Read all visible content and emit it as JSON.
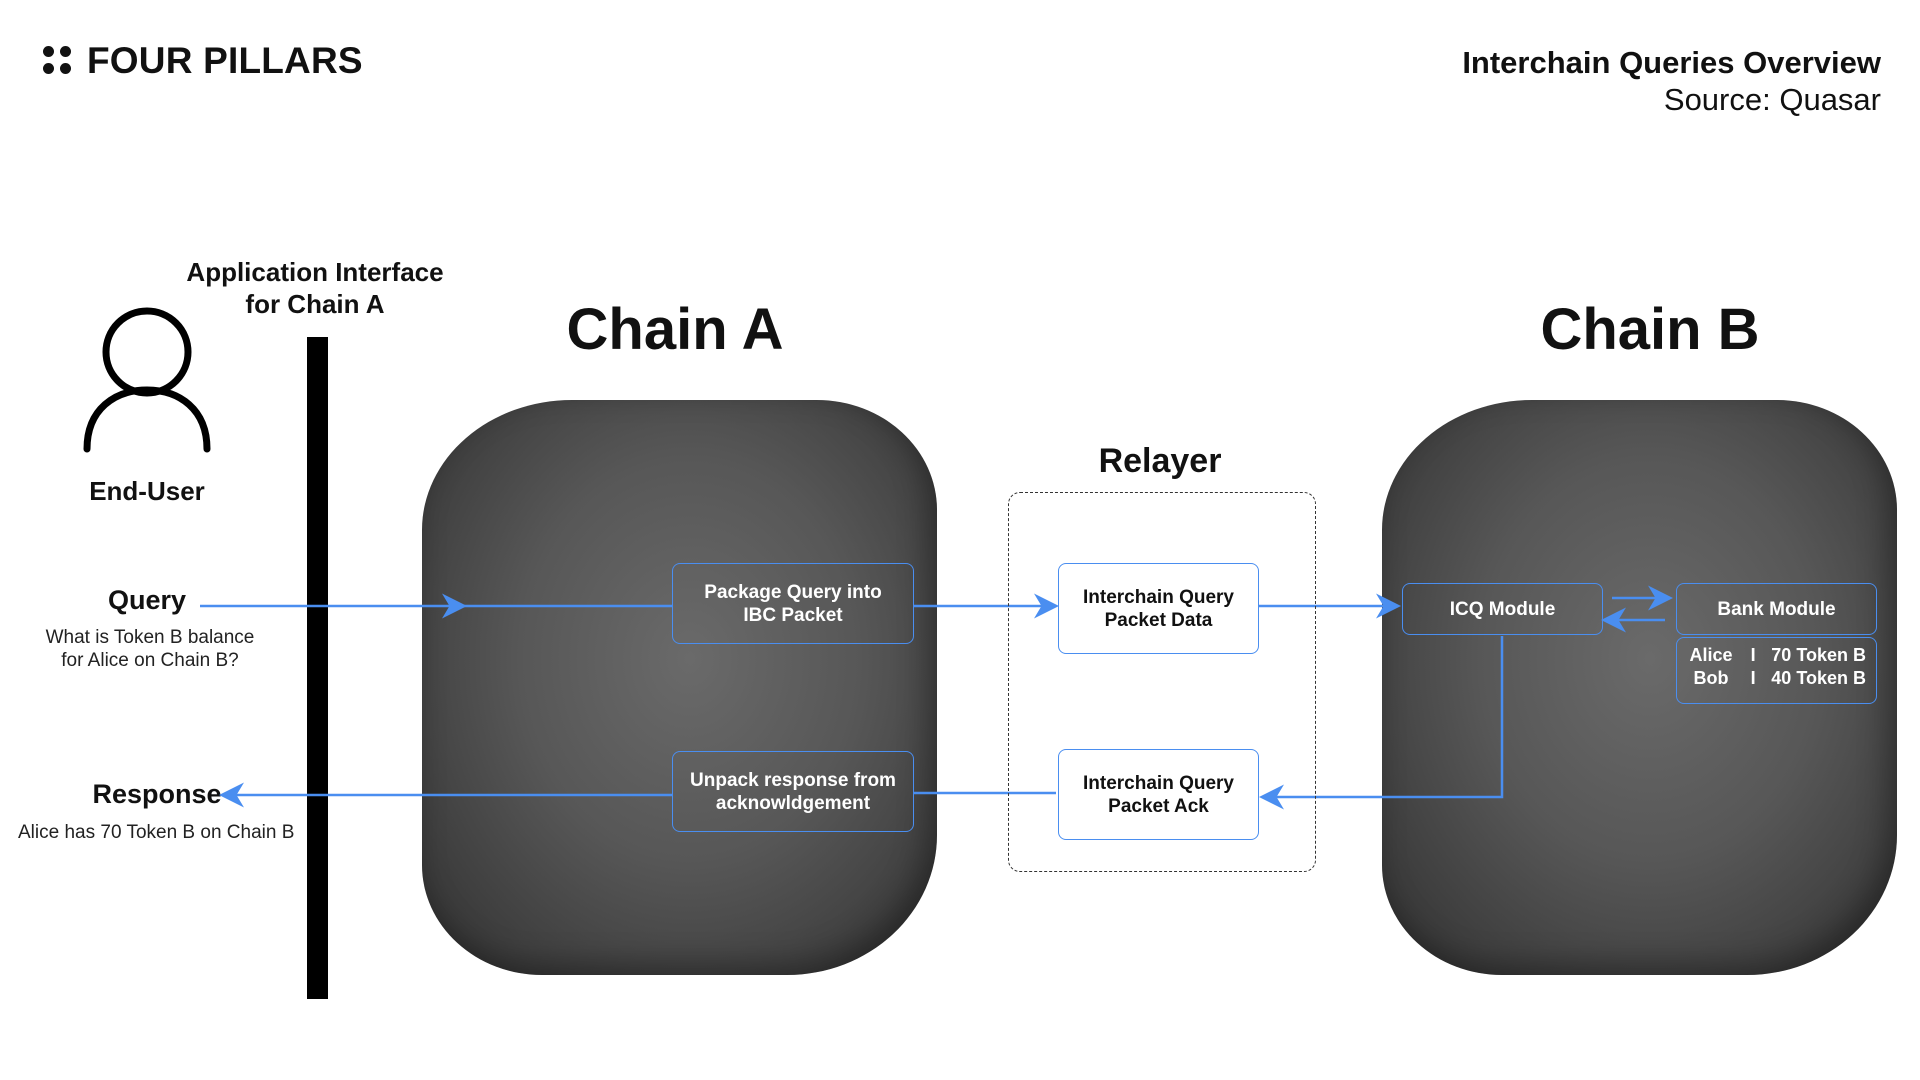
{
  "brand": {
    "name": "FOUR PILLARS"
  },
  "header": {
    "title": "Interchain Queries Overview",
    "source": "Source: Quasar"
  },
  "end_user": {
    "label": "End-User",
    "icon": "user-icon",
    "query_label": "Query",
    "query_text_line1": "What is Token B balance",
    "query_text_line2": "for Alice on Chain B?",
    "response_label": "Response",
    "response_text": "Alice has 70 Token B on Chain B"
  },
  "app_interface": {
    "line1": "Application Interface",
    "line2": "for Chain A"
  },
  "chain_a": {
    "title": "Chain A",
    "package_box_line1": "Package Query into",
    "package_box_line2": "IBC Packet",
    "unpack_box_line1": "Unpack response from",
    "unpack_box_line2": "acknowldgement"
  },
  "relayer": {
    "title": "Relayer",
    "data_box_line1": "Interchain Query",
    "data_box_line2": "Packet Data",
    "ack_box_line1": "Interchain Query",
    "ack_box_line2": "Packet Ack"
  },
  "chain_b": {
    "title": "Chain B",
    "icq_module": "ICQ Module",
    "bank_module": "Bank Module",
    "ledger": [
      {
        "name": "Alice",
        "sep": "I",
        "amount": "70 Token B"
      },
      {
        "name": "Bob",
        "sep": "I",
        "amount": "40 Token B"
      }
    ]
  },
  "colors": {
    "arrow": "#4a8ef0",
    "chain_fill": "#555555",
    "text": "#111111"
  }
}
